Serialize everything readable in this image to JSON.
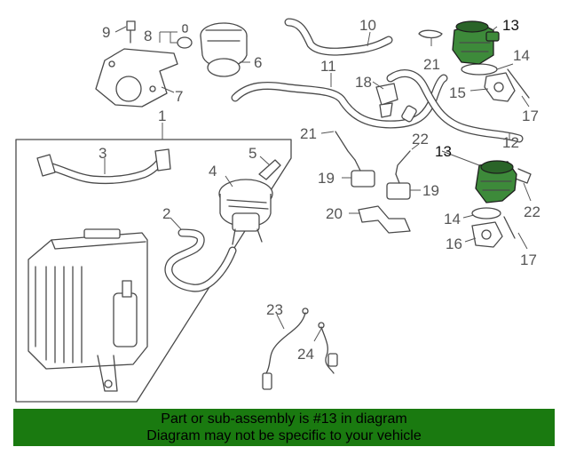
{
  "callouts": {
    "c1": "1",
    "c2": "2",
    "c3": "3",
    "c4": "4",
    "c5": "5",
    "c6": "6",
    "c7": "7",
    "c8": "8",
    "c9": "9",
    "c10": "10",
    "c11": "11",
    "c12": "12",
    "c13a": "13",
    "c13b": "13",
    "c14a": "14",
    "c14b": "14",
    "c15": "15",
    "c16": "16",
    "c17a": "17",
    "c17b": "17",
    "c18": "18",
    "c19a": "19",
    "c19b": "19",
    "c20": "20",
    "c21a": "21",
    "c21b": "21",
    "c22a": "22",
    "c22b": "22",
    "c23": "23",
    "c24": "24"
  },
  "highlight_part": "13",
  "colors": {
    "highlight": "#3d8a3a",
    "banner": "#1a7a10",
    "line": "#4a4a4a"
  },
  "banner": {
    "line1": "Part or sub-assembly is #13 in diagram",
    "line2": "Diagram may not be specific to your vehicle"
  }
}
